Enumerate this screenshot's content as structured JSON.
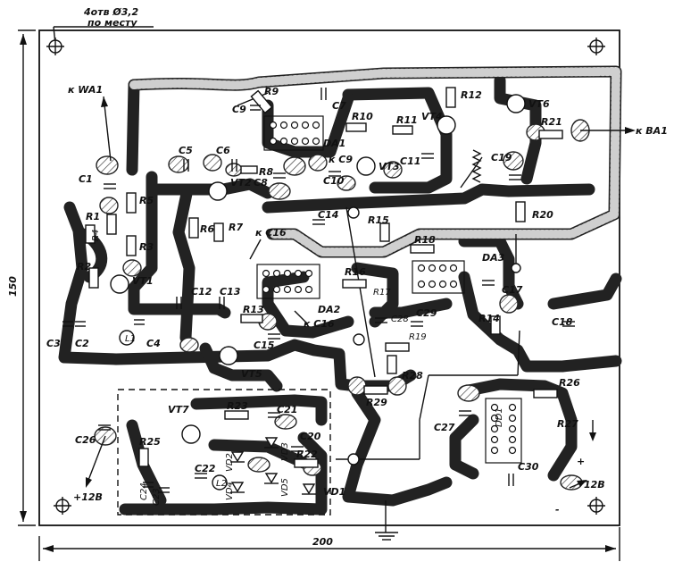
{
  "annotations": {
    "holes_note_line1": "4отв Ø3,2",
    "holes_note_line2": "по месту",
    "width_dim": "200",
    "height_dim": "150",
    "to_wa1": "к WA1",
    "to_ba1": "к BA1",
    "to_c16_a": "к С16",
    "to_c16_b": "к С16",
    "to_c9": "к С9",
    "plus_12v_left": "+12В",
    "plus_12v_right": "12В",
    "plus_sign": "+",
    "minus_sign": "-"
  },
  "components": {
    "c1": "C1",
    "c2": "C2",
    "c3": "C3",
    "c4": "C4",
    "c5": "C5",
    "c6": "C6",
    "c7": "C7",
    "c8": "C8",
    "c9": "C9",
    "c10": "C10",
    "c11": "C11",
    "c12": "C12",
    "c13": "C13",
    "c14": "C14",
    "c15": "C15",
    "c17": "C17",
    "c18": "C18",
    "c19": "C19",
    "c20": "C20",
    "c21": "C21",
    "c22": "C22",
    "c23": "C23",
    "c24": "C24",
    "c26": "C26",
    "c27": "C27",
    "c28": "C28",
    "c29": "C29",
    "c30": "C30",
    "r1": "R1",
    "r2": "R2",
    "r3": "R3",
    "r4": "R4",
    "r5": "R5",
    "r6": "R6",
    "r7": "R7",
    "r8": "R8",
    "r9": "R9",
    "r10": "R10",
    "r11": "R11",
    "r12": "R12",
    "r13": "R13",
    "r14": "R14",
    "r15": "R15",
    "r16": "R16",
    "r17": "R17",
    "r18": "R18",
    "r19": "R19",
    "r20": "R20",
    "r21": "R21",
    "r22": "R22",
    "r23": "R23",
    "r25": "R25",
    "r26": "R26",
    "r27": "R27",
    "r28": "R28",
    "r29": "R29",
    "vt1": "VT1",
    "vt2": "VT2",
    "vt3": "VT3",
    "vt4": "VT4",
    "vt5": "VT5",
    "vt6": "VT6",
    "vt7": "VT7",
    "vd1": "VD1",
    "vd2": "VD2",
    "vd3": "VD3",
    "vd4": "VD4",
    "vd5": "VD5",
    "da1": "DA1",
    "da2": "DA2",
    "da3": "DA3",
    "l1": "L1",
    "l2": "L2",
    "dd1": "DD1"
  }
}
